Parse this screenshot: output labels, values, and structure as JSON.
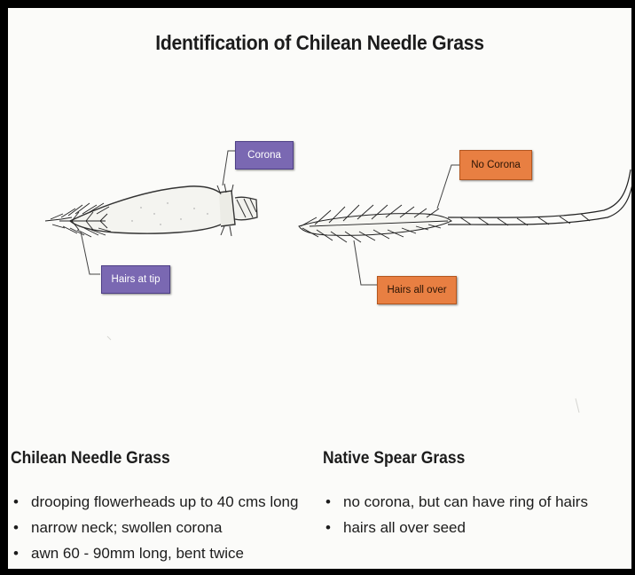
{
  "title": "Identification of Chilean Needle Grass",
  "callouts": {
    "corona": "Corona",
    "hairs_at_tip": "Hairs at tip",
    "no_corona": "No Corona",
    "hairs_all_over": "Hairs all over"
  },
  "colors": {
    "callout_purple": "#7a68b2",
    "callout_orange": "#e87f42"
  },
  "chilean": {
    "heading": "Chilean Needle Grass",
    "bullets": [
      "drooping flowerheads up to 40 cms long",
      "narrow neck; swollen corona",
      "awn 60 - 90mm long, bent twice"
    ]
  },
  "native": {
    "heading": "Native Spear Grass",
    "bullets": [
      "no corona, but can have ring of hairs",
      "hairs all over seed"
    ]
  }
}
